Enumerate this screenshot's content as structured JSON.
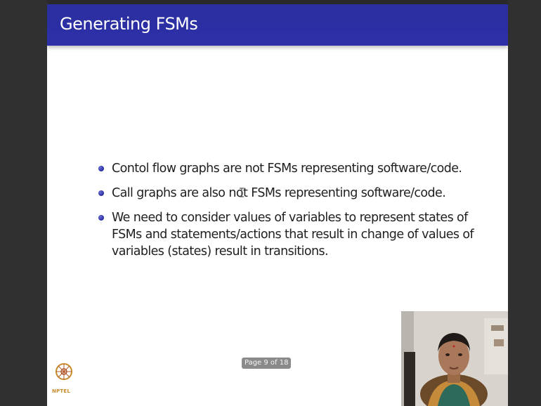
{
  "slide": {
    "title": "Generating FSMs",
    "bullets": [
      "Contol flow graphs are not FSMs representing software/code.",
      "Call graphs are also not FSMs representing software/code.",
      "We need to consider values of variables to represent states of FSMs and statements/actions that result in change of values of variables (states) result in transitions."
    ],
    "page_indicator": "Page 9 of 18",
    "logo_label": "NPTEL"
  },
  "colors": {
    "title_bar": "#2d2fa8",
    "bullet": "#2a2e9e",
    "background": "#ffffff"
  },
  "icons": [
    "nptel-logo-icon",
    "text-cursor-icon"
  ]
}
